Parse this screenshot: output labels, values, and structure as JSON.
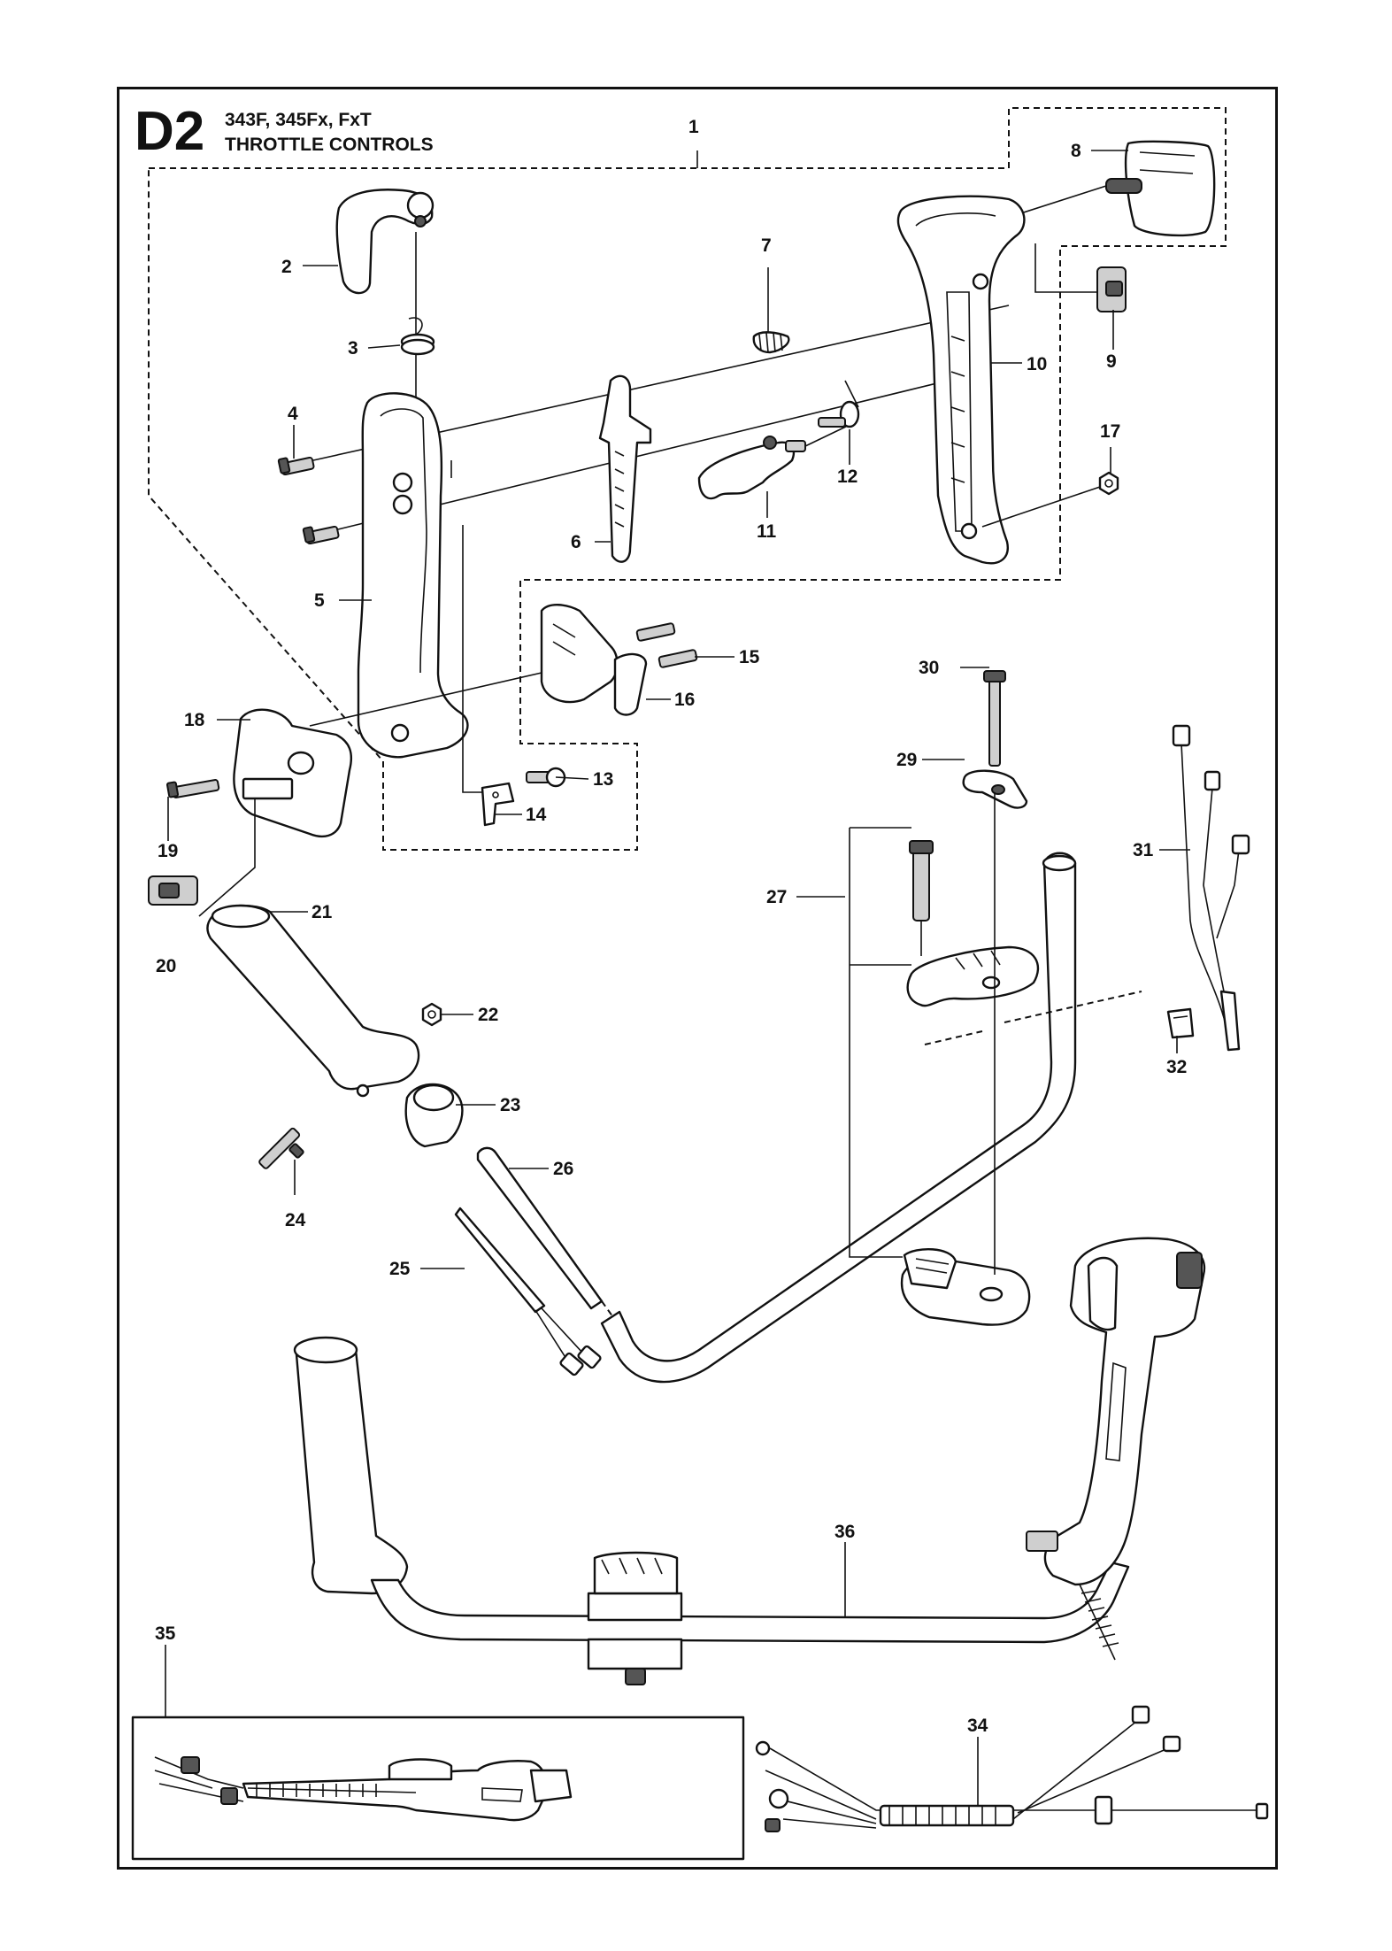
{
  "header": {
    "code": "D2",
    "models": "343F, 345Fx, FxT",
    "title": "THROTTLE CONTROLS"
  },
  "labels": [
    "1",
    "2",
    "3",
    "4",
    "5",
    "6",
    "7",
    "8",
    "9",
    "10",
    "11",
    "12",
    "13",
    "14",
    "15",
    "16",
    "17",
    "18",
    "19",
    "20",
    "21",
    "22",
    "23",
    "24",
    "25",
    "26",
    "27",
    "29",
    "30",
    "31",
    "32",
    "34",
    "35",
    "36"
  ]
}
